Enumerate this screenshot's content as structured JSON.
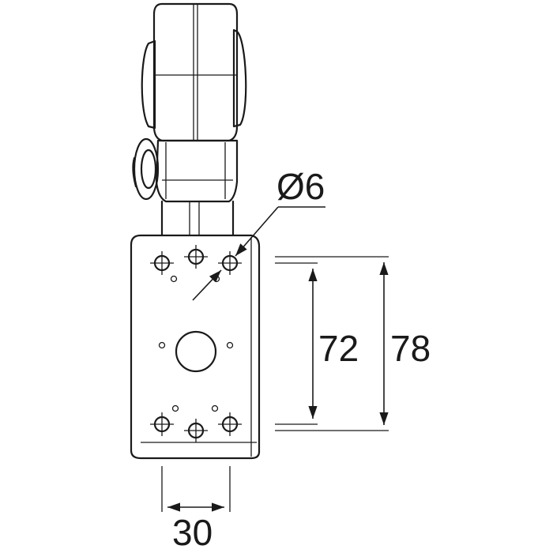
{
  "diagram": {
    "dimensions": {
      "hole_diameter": "Ø6",
      "hole_spacing_vertical": "72",
      "plate_height": "78",
      "hole_spacing_horizontal": "30"
    },
    "colors": {
      "line": "#1a1a1a",
      "background": "#ffffff"
    }
  }
}
